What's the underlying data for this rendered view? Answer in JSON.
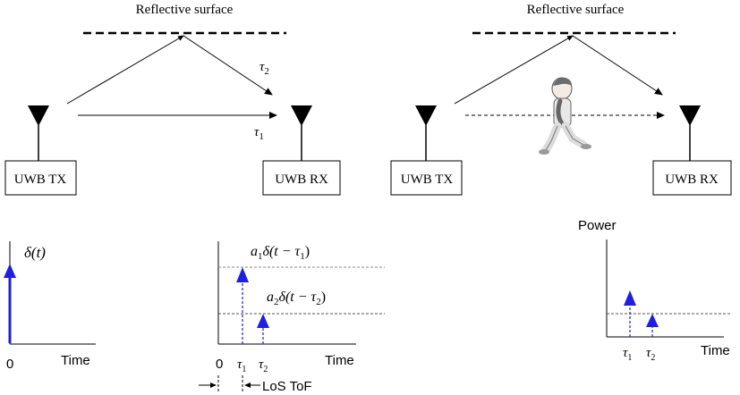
{
  "top_left": {
    "surface_label": "Reflective surface",
    "tx_label": "UWB TX",
    "rx_label": "UWB RX",
    "tau1": "τ",
    "tau1_sub": "1",
    "tau2": "τ",
    "tau2_sub": "2"
  },
  "top_right": {
    "surface_label": "Reflective surface",
    "tx_label": "UWB TX",
    "rx_label": "UWB RX"
  },
  "plot1": {
    "signal_label": "δ(t)",
    "origin": "0",
    "xlabel": "Time"
  },
  "plot2": {
    "label1": "a",
    "label1_sub": "1",
    "label1_rest": "δ(t − τ",
    "label1_sub2": "1",
    "label1_end": ")",
    "label2": "a",
    "label2_sub": "2",
    "label2_rest": "δ(t − τ",
    "label2_sub2": "2",
    "label2_end": ")",
    "origin": "0",
    "tick1": "τ",
    "tick1_sub": "1",
    "tick2": "τ",
    "tick2_sub": "2",
    "xlabel": "Time",
    "los_label": "LoS ToF"
  },
  "plot3": {
    "ylabel": "Power",
    "tick1": "τ",
    "tick1_sub": "1",
    "tick2": "τ",
    "tick2_sub": "2",
    "xlabel": "Time"
  },
  "colors": {
    "impulse": "#1f1fe0",
    "line": "#000000"
  }
}
